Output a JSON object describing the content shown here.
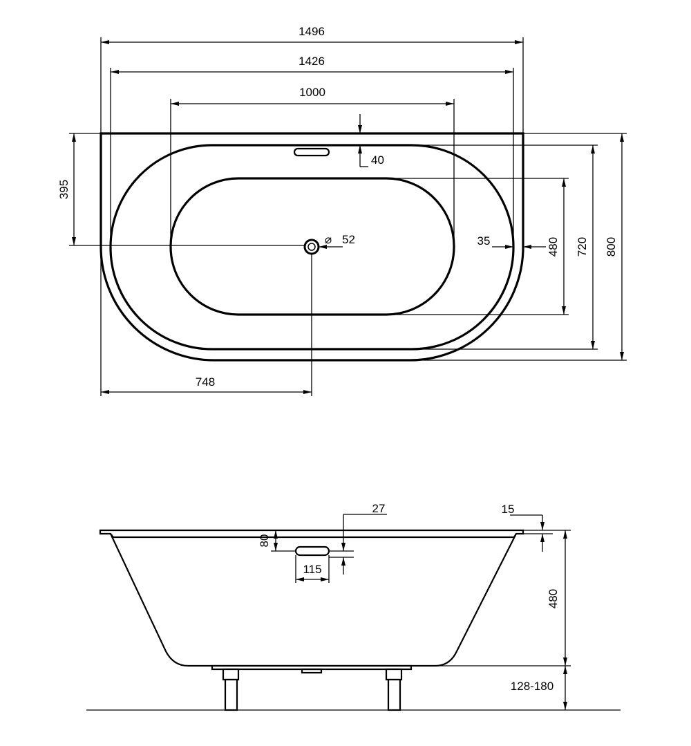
{
  "top_view": {
    "dimensions": {
      "overall_length": "1496",
      "inner_rim_length": "1426",
      "basin_length": "1000",
      "rim_offset": "40",
      "half_width_to_drain": "395",
      "drain_diameter_symbol": "⌀",
      "drain_diameter": "52",
      "rim_side": "35",
      "basin_width": "480",
      "inner_rim_width": "720",
      "overall_width": "800",
      "drain_position": "748"
    }
  },
  "side_view": {
    "dimensions": {
      "overflow_from_top": "27",
      "rim_thickness": "15",
      "overflow_depth": "80",
      "overflow_width": "115",
      "tub_depth": "480",
      "leg_height": "128-180"
    }
  }
}
